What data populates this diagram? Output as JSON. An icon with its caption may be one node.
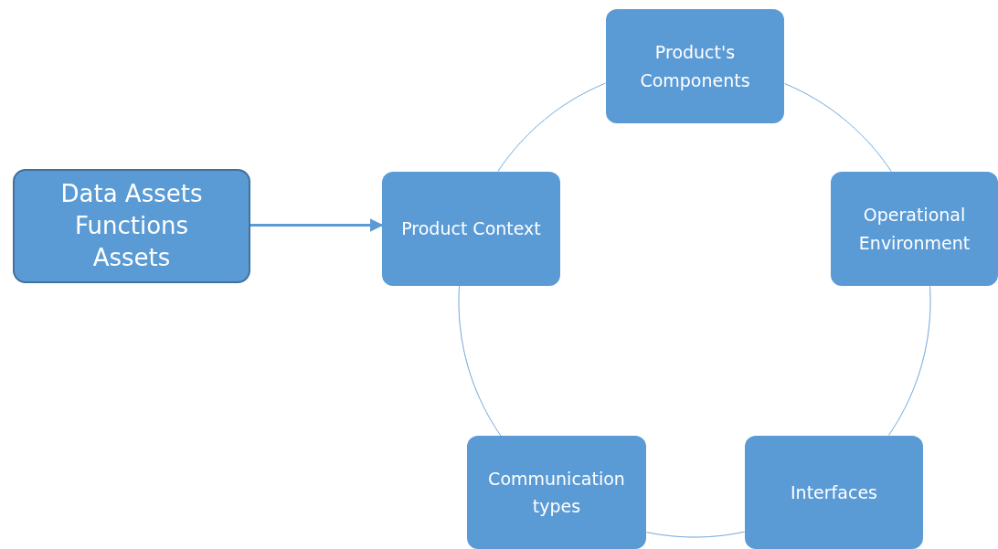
{
  "diagram": {
    "nodes": [
      {
        "text": [
          "Data Assets",
          "Functions",
          "Assets"
        ]
      },
      {
        "text": [
          "Product Context"
        ]
      },
      {
        "text": [
          "Product's Components"
        ]
      },
      {
        "text": [
          "Operational Environment"
        ]
      },
      {
        "text": [
          "Interfaces"
        ]
      },
      {
        "text": [
          "Communication types"
        ]
      }
    ],
    "edges": [
      {
        "from": 0,
        "to": 1,
        "arrow": "to",
        "style": "thick"
      },
      {
        "from": 1,
        "to": 2,
        "arrow": "none"
      },
      {
        "from": 2,
        "to": 3,
        "arrow": "none"
      },
      {
        "from": 3,
        "to": 4,
        "arrow": "none"
      },
      {
        "from": 4,
        "to": 5,
        "arrow": "none"
      },
      {
        "from": 5,
        "to": 1,
        "arrow": "none"
      }
    ]
  }
}
